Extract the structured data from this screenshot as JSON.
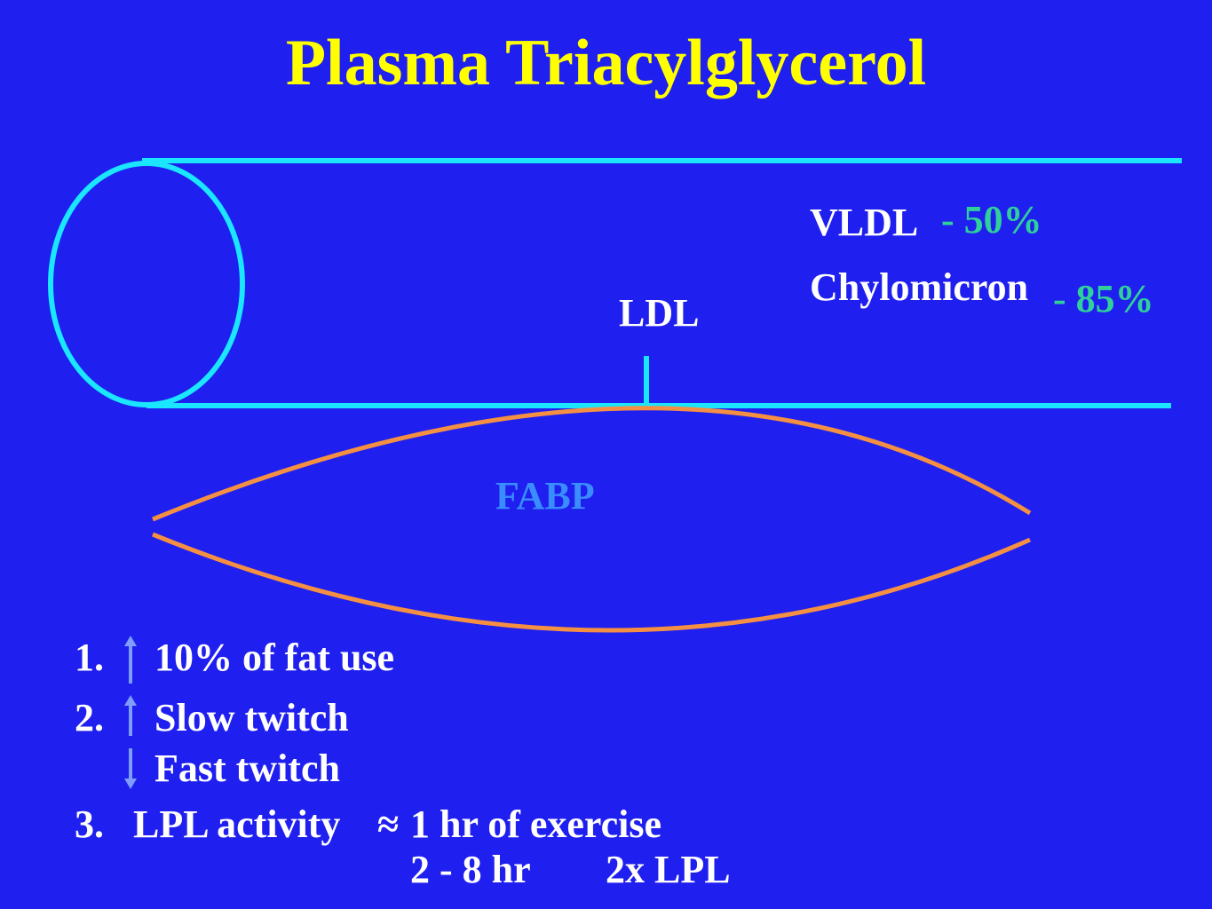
{
  "title": "Plasma Triacylglycerol",
  "vessel": {
    "vldl": "VLDL",
    "vldl_change": "- 50%",
    "chylomicron": "Chylomicron",
    "chylomicron_change": "- 85%",
    "ldl": "LDL"
  },
  "muscle": {
    "label": "FABP"
  },
  "points": {
    "item1": {
      "number": "1.",
      "icon": "up-arrow-icon",
      "text": "10% of fat use"
    },
    "item2": {
      "number": "2.",
      "icon": "up-arrow-icon",
      "text": "Slow twitch"
    },
    "item2_sub": {
      "icon": "down-arrow-icon",
      "text": "Fast twitch"
    },
    "item3": {
      "number": "3.",
      "text": "LPL activity",
      "approx": "≈",
      "duration": "1 hr of exercise",
      "window": "2 - 8 hr",
      "effect": "2x LPL"
    }
  },
  "colors": {
    "background": "#1f1fef",
    "title": "#ffff00",
    "text": "#ffffff",
    "percent_change": "#2fd09a",
    "fabp": "#3a8dff",
    "vessel": "#1ae6ff",
    "muscle": "#f59042",
    "arrows": "#7f9dff"
  }
}
